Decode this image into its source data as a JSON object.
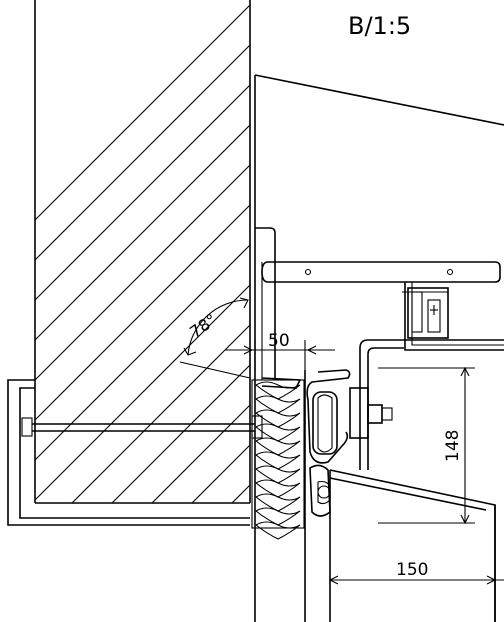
{
  "drawing": {
    "scale_label": "B/1:5",
    "angle_label": "78°",
    "dim_gap": "50",
    "dim_height": "148",
    "dim_width": "150",
    "stroke_color": "#000000",
    "background_color": "#ffffff"
  }
}
